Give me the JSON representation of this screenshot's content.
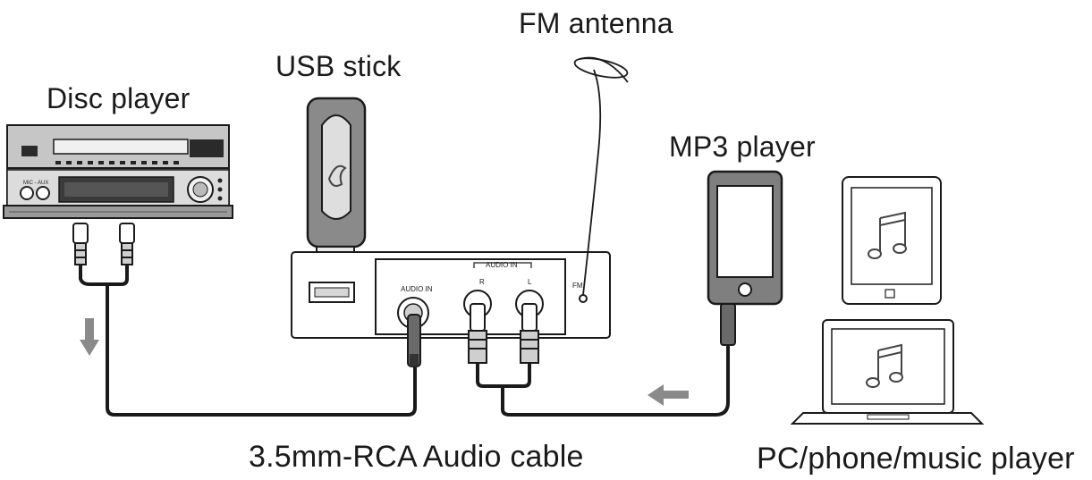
{
  "labels": {
    "disc_player": "Disc player",
    "usb_stick": "USB stick",
    "fm_antenna": "FM antenna",
    "mp3_player": "MP3 player",
    "audio_cable": "3.5mm-RCA Audio cable",
    "pc_phone": "PC/phone/music player"
  },
  "panel": {
    "audio_in_left": "AUDIO IN",
    "audio_in_group": "AUDIO IN",
    "r": "R",
    "l": "L",
    "fm": "FM"
  },
  "disc_panel": {
    "bottom_left": "MIC - AUX"
  },
  "colors": {
    "ink": "#1a1a1a",
    "device_gray": "#8c8c8c",
    "light_gray": "#d9d9d9",
    "arrow_gray": "#8a8a8a"
  }
}
